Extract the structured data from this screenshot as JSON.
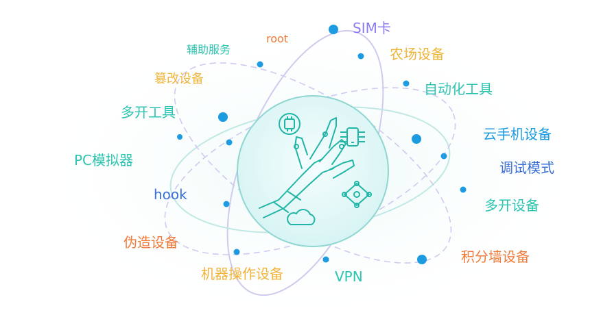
{
  "colors": {
    "teal": "#2cc4b0",
    "blue": "#3a6fd8",
    "orange": "#f07a3a",
    "yellow": "#f0b43a",
    "purple": "#8a7cf0",
    "node": "#1d9be0",
    "orbit": "#c9c3ea",
    "orbit_teal": "#b9e6e2",
    "sphere_fill": "#e6f8f8",
    "sphere_stroke": "#8fd6d2",
    "icon_stroke": "#21b5a6"
  },
  "icons": {
    "center": "robot-hand-icon",
    "chip": "chip-icon",
    "phone": "smartphone-icon",
    "network": "network-chip-icon",
    "cloud": "cloud-icon"
  },
  "labels": {
    "sim": "SIM卡",
    "root": "root",
    "fuzhu": "辅助服务",
    "nongchang": "农场设备",
    "cuangai": "篡改设备",
    "zidonghua": "自动化工具",
    "duokai_tool": "多开工具",
    "yunshouji": "云手机设备",
    "pc": "PC模拟器",
    "tiaoshi": "调试模式",
    "hook": "hook",
    "duokai_dev": "多开设备",
    "weizao": "伪造设备",
    "jifen": "积分墙设备",
    "jiqi": "机器操作设备",
    "vpn": "VPN"
  }
}
